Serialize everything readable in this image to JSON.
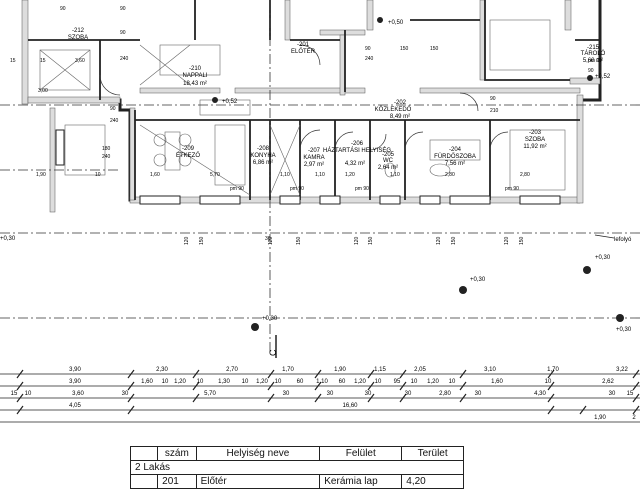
{
  "rooms": [
    {
      "code": "-212",
      "name": "SZOBA"
    },
    {
      "code": "-210",
      "name": "NAPPALI",
      "area": "18,43 m²"
    },
    {
      "code": "-201",
      "name": "ELŐTÉR"
    },
    {
      "code": "-215",
      "name": "TÁROLÓ",
      "area": "5,60 m²"
    },
    {
      "code": "-202",
      "name": "KÖZLEKEDŐ",
      "area": "8,49 m²"
    },
    {
      "code": "-209",
      "name": "ÉTKEZŐ"
    },
    {
      "code": "-208",
      "name": "KONYHA",
      "area": "6,86 m²"
    },
    {
      "code": "-207",
      "name": "KAMRA",
      "area": "2,97 m²"
    },
    {
      "code": "-206",
      "name": "HÁZTARTÁSI HELYISÉG",
      "area": "4,32 m²"
    },
    {
      "code": "-205",
      "name": "WC",
      "area": "2,64 m²"
    },
    {
      "code": "-204",
      "name": "FÜRDŐSZOBA",
      "area": "7,56 m²"
    },
    {
      "code": "-203",
      "name": "SZOBA",
      "area": "11,92 m²"
    }
  ],
  "labels": {
    "terrace": "lefolyó",
    "section_mark": "C",
    "lvl_030_a": "+0,30",
    "lvl_030_b": "+0,30",
    "lvl_030_c": "+0,30",
    "lvl_030_d": "+0,30",
    "lvl_030_e": "+0,30",
    "lvl_050": "+0,50",
    "lvl_052a": "+0,52",
    "lvl_052b": "+0,52"
  },
  "dimension_rows": [
    [
      "3,90",
      "2,30",
      "2,70",
      "1,70",
      "1,90",
      "1,15",
      "2,05",
      "3,10",
      "1,70",
      "3,22"
    ],
    [
      "3,90",
      "1,60",
      "10",
      "1,20",
      "10",
      "1,30",
      "10",
      "1,20",
      "10",
      "60",
      "1,10",
      "60",
      "1,20",
      "10",
      "95",
      "10",
      "1,20",
      "10",
      "1,60",
      "10",
      "2,62"
    ],
    [
      "15",
      "10",
      "3,60",
      "30",
      "5,70",
      "30",
      "30",
      "30",
      "30",
      "2,80",
      "30",
      "4,30",
      "30",
      "15"
    ],
    [
      "4,05",
      "16,60",
      "1,90",
      "2"
    ]
  ],
  "schedule": {
    "headers": [
      "szám",
      "Helyiség neve",
      "Felület",
      "Terület"
    ],
    "group": "2 Lakás",
    "rows": [
      {
        "num": "201",
        "name": "Előtér",
        "surface": "Kerámia lap",
        "area": "4,20"
      }
    ]
  }
}
